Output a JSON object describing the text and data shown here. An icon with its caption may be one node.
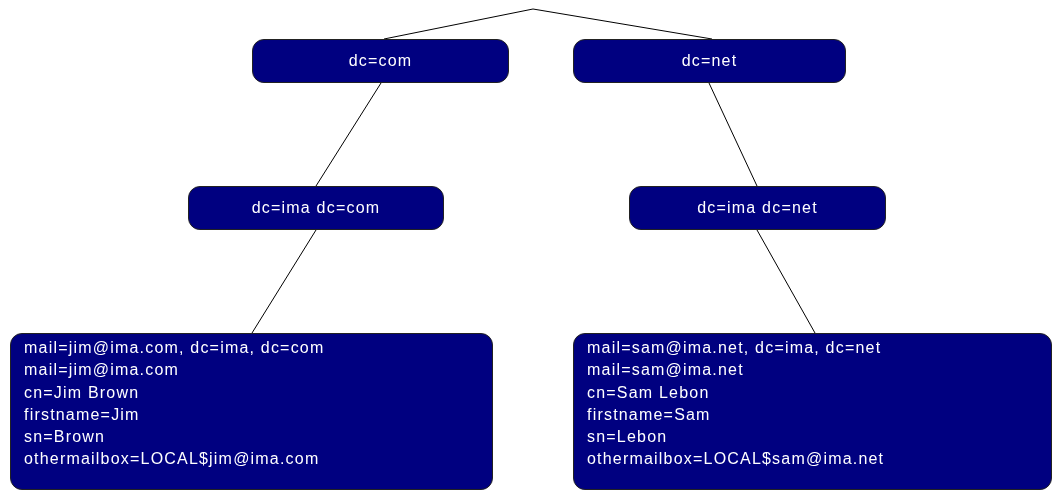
{
  "diagram": {
    "nodes": [
      {
        "text": [
          "dc=com"
        ]
      },
      {
        "text": [
          "dc=net"
        ]
      },
      {
        "text": [
          "dc=ima dc=com"
        ]
      },
      {
        "text": [
          "dc=ima dc=net"
        ]
      },
      {
        "text": [
          "mail=jim@ima.com, dc=ima, dc=com",
          "mail=jim@ima.com",
          "cn=Jim Brown",
          "firstname=Jim",
          "sn=Brown",
          "othermailbox=LOCAL$jim@ima.com"
        ]
      },
      {
        "text": [
          "mail=sam@ima.net, dc=ima, dc=net",
          "mail=sam@ima.net",
          "cn=Sam Lebon",
          "firstname=Sam",
          "sn=Lebon",
          "othermailbox=LOCAL$sam@ima.net"
        ]
      }
    ],
    "edges": [
      {
        "from": null,
        "to": 0,
        "arrow": "none"
      },
      {
        "from": null,
        "to": 1,
        "arrow": "none"
      },
      {
        "from": 0,
        "to": 2,
        "arrow": "none"
      },
      {
        "from": 1,
        "to": 3,
        "arrow": "none"
      },
      {
        "from": 2,
        "to": 4,
        "arrow": "none"
      },
      {
        "from": 3,
        "to": 5,
        "arrow": "none"
      }
    ]
  }
}
